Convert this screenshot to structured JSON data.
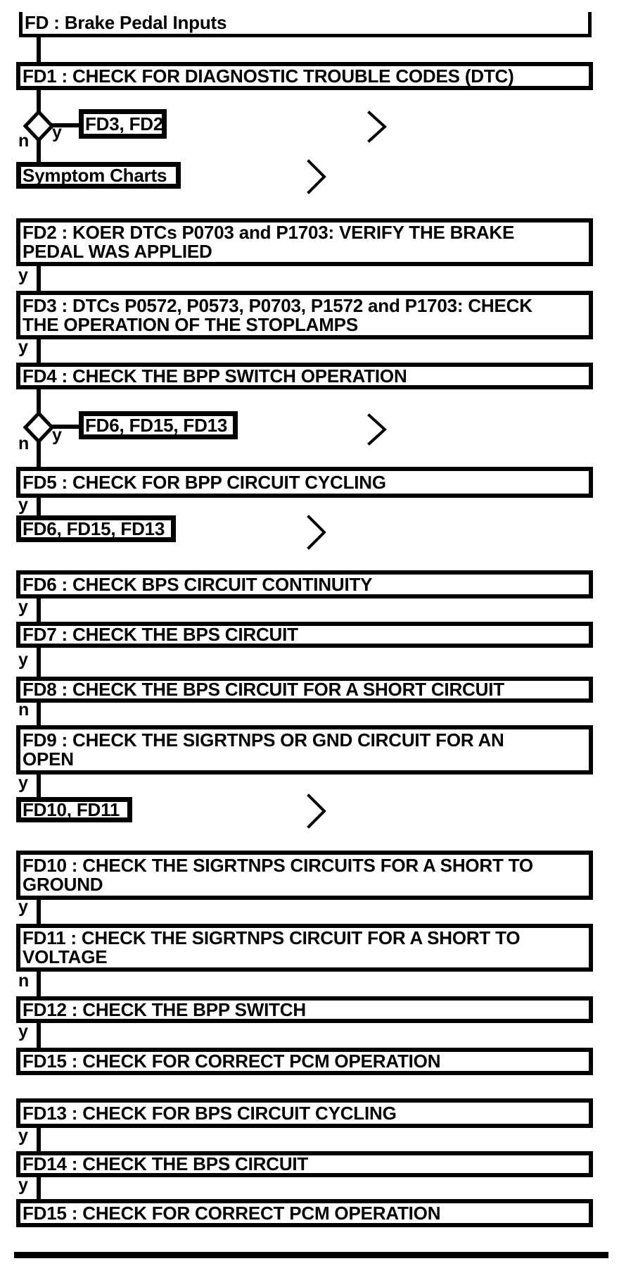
{
  "page": {
    "background": "#ffffff",
    "ink_color": "#000000"
  },
  "flow": {
    "title": "FD : Brake Pedal Inputs",
    "yes_label": "y",
    "no_label": "n",
    "steps": {
      "fd1": "FD1 : CHECK FOR DIAGNOSTIC TROUBLE CODES (DTC)",
      "fd2": "FD2 : KOER DTCs P0703 and P1703: VERIFY THE BRAKE\nPEDAL WAS APPLIED",
      "fd3": "FD3 : DTCs P0572, P0573, P0703, P1572 and P1703: CHECK\nTHE OPERATION OF THE STOPLAMPS",
      "fd4": "FD4 : CHECK THE BPP SWITCH OPERATION",
      "fd5": "FD5 : CHECK FOR BPP CIRCUIT CYCLING",
      "fd6": "FD6 : CHECK BPS CIRCUIT CONTINUITY",
      "fd7": "FD7 : CHECK THE BPS CIRCUIT",
      "fd8": "FD8 : CHECK THE BPS CIRCUIT FOR A SHORT CIRCUIT",
      "fd9": "FD9 : CHECK THE SIGRTNPS OR GND CIRCUIT FOR AN\nOPEN",
      "fd10": "FD10 : CHECK THE SIGRTNPS CIRCUITS FOR A SHORT TO\nGROUND",
      "fd11": "FD11 : CHECK THE SIGRTNPS CIRCUIT FOR A SHORT TO\nVOLTAGE",
      "fd12": "FD12 : CHECK THE BPP SWITCH",
      "fd15_after_fd12": "FD15 : CHECK FOR CORRECT PCM OPERATION",
      "fd13": "FD13 : CHECK FOR BPS CIRCUIT CYCLING",
      "fd14": "FD14 : CHECK THE BPS CIRCUIT",
      "fd15_after_fd14": "FD15 : CHECK FOR CORRECT PCM OPERATION"
    },
    "branches": {
      "fd1_yes": "FD3, FD2",
      "fd1_no": "Symptom Charts",
      "fd4_yes": "FD6, FD15, FD13",
      "fd5_yes": "FD6, FD15, FD13",
      "fd9_yes": "FD10, FD11"
    }
  }
}
